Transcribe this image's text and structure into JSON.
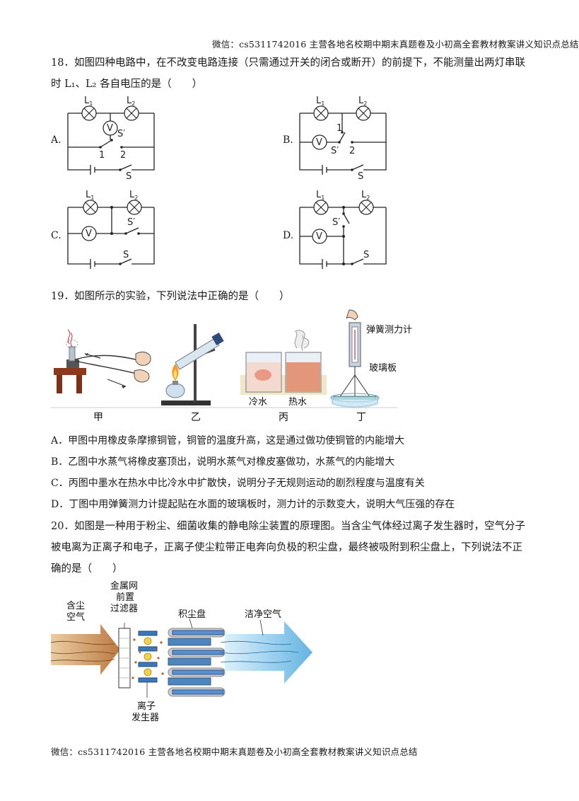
{
  "header": {
    "text": "微信：cs5311742016 主营各地名校期中期末真题卷及小初高全套教材教案讲义知识点总结"
  },
  "footer": {
    "text": "微信：cs5311742016 主营各地名校期中期末真题卷及小初高全套教材教案讲义知识点总结"
  },
  "q18": {
    "line1": "18．如图四种电路中，在不改变电路连接（只需通过开关的闭合或断开）的前提下，不能测量出两灯串联",
    "line2": "时 L₁、L₂ 各自电压的是（　　）",
    "options": [
      "A.",
      "B.",
      "C.",
      "D."
    ],
    "labels": {
      "L1": "L",
      "L2": "L",
      "sub1": "1",
      "sub2": "2",
      "V": "V",
      "Sp": "S′",
      "S": "S",
      "n1": "1",
      "n2": "2"
    }
  },
  "q19": {
    "stem": "19．如图所示的实验，下列说法中正确的是（　　）",
    "captions": [
      "甲",
      "乙",
      "丙",
      "丁"
    ],
    "fig_labels": {
      "cold": "冷水",
      "hot": "热水",
      "meter": "弹簧测力计",
      "plate": "玻璃板"
    },
    "options": [
      "A．甲图中用橡皮条摩擦铜管，铜管的温度升高，这是通过做功使铜管的内能增大",
      "B．乙图中水蒸气将橡皮塞顶出，说明水蒸气对橡皮塞做功，水蒸气的内能增大",
      "C．丙图中墨水在热水中比冷水中扩散快，说明分子无规则运动的剧烈程度与温度有关",
      "D．丁图中用弹簧测力计提起贴在水面的玻璃板时，测力计的示数变大，说明大气压强的存在"
    ]
  },
  "q20": {
    "line1": "20．如图是一种用于粉尘、细菌收集的静电除尘装置的原理图。当含尘气体经过离子发生器时，空气分子",
    "line2": "被电离为正离子和电子，正离子使尘粒带正电奔向负极的积尘盘，最终被吸附到积尘盘上，下列说法不正",
    "line3": "确的是（　　）",
    "fig_labels": {
      "dusty1": "含尘",
      "dusty2": "空气",
      "mesh1": "金属网",
      "mesh2": "前置",
      "mesh3": "过滤器",
      "plate": "积尘盘",
      "clean": "洁净空气",
      "ion1": "离子",
      "ion2": "发生器"
    }
  }
}
